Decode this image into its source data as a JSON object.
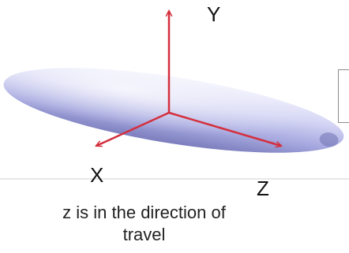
{
  "axes": {
    "y_label": "Y",
    "x_label": "X",
    "z_label": "Z"
  },
  "caption": {
    "line1": "z is in the direction of",
    "line2": "travel"
  },
  "colors": {
    "axis_arrow": "#d42f3d",
    "body_light": "#eeeefc",
    "body_mid": "#b7b8ea",
    "body_dark": "#7d7fbf",
    "divider": "#c8c8c8"
  }
}
